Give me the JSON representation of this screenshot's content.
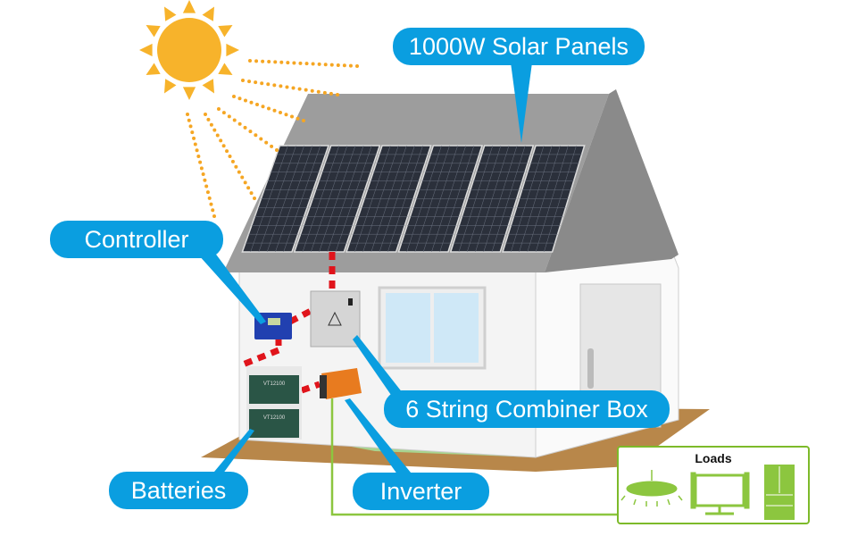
{
  "labels": {
    "solar_panels": "1000W Solar Panels",
    "controller": "Controller",
    "combiner_box": "6 String Combiner Box",
    "batteries": "Batteries",
    "inverter": "Inverter",
    "loads": "Loads"
  },
  "battery_model": "VT12100",
  "colors": {
    "label_bg": "#0a9ee0",
    "sun": "#f7b32b",
    "wire_dc": "#e0141b",
    "wire_ac": "#8cc63f",
    "roof": "#9a9a9a",
    "panel": "#2b303b",
    "ground": "#b8874a",
    "lawn": "#a5d48c"
  },
  "icons": [
    "sun-icon",
    "ceiling-lamp-icon",
    "tv-icon",
    "refrigerator-icon"
  ]
}
